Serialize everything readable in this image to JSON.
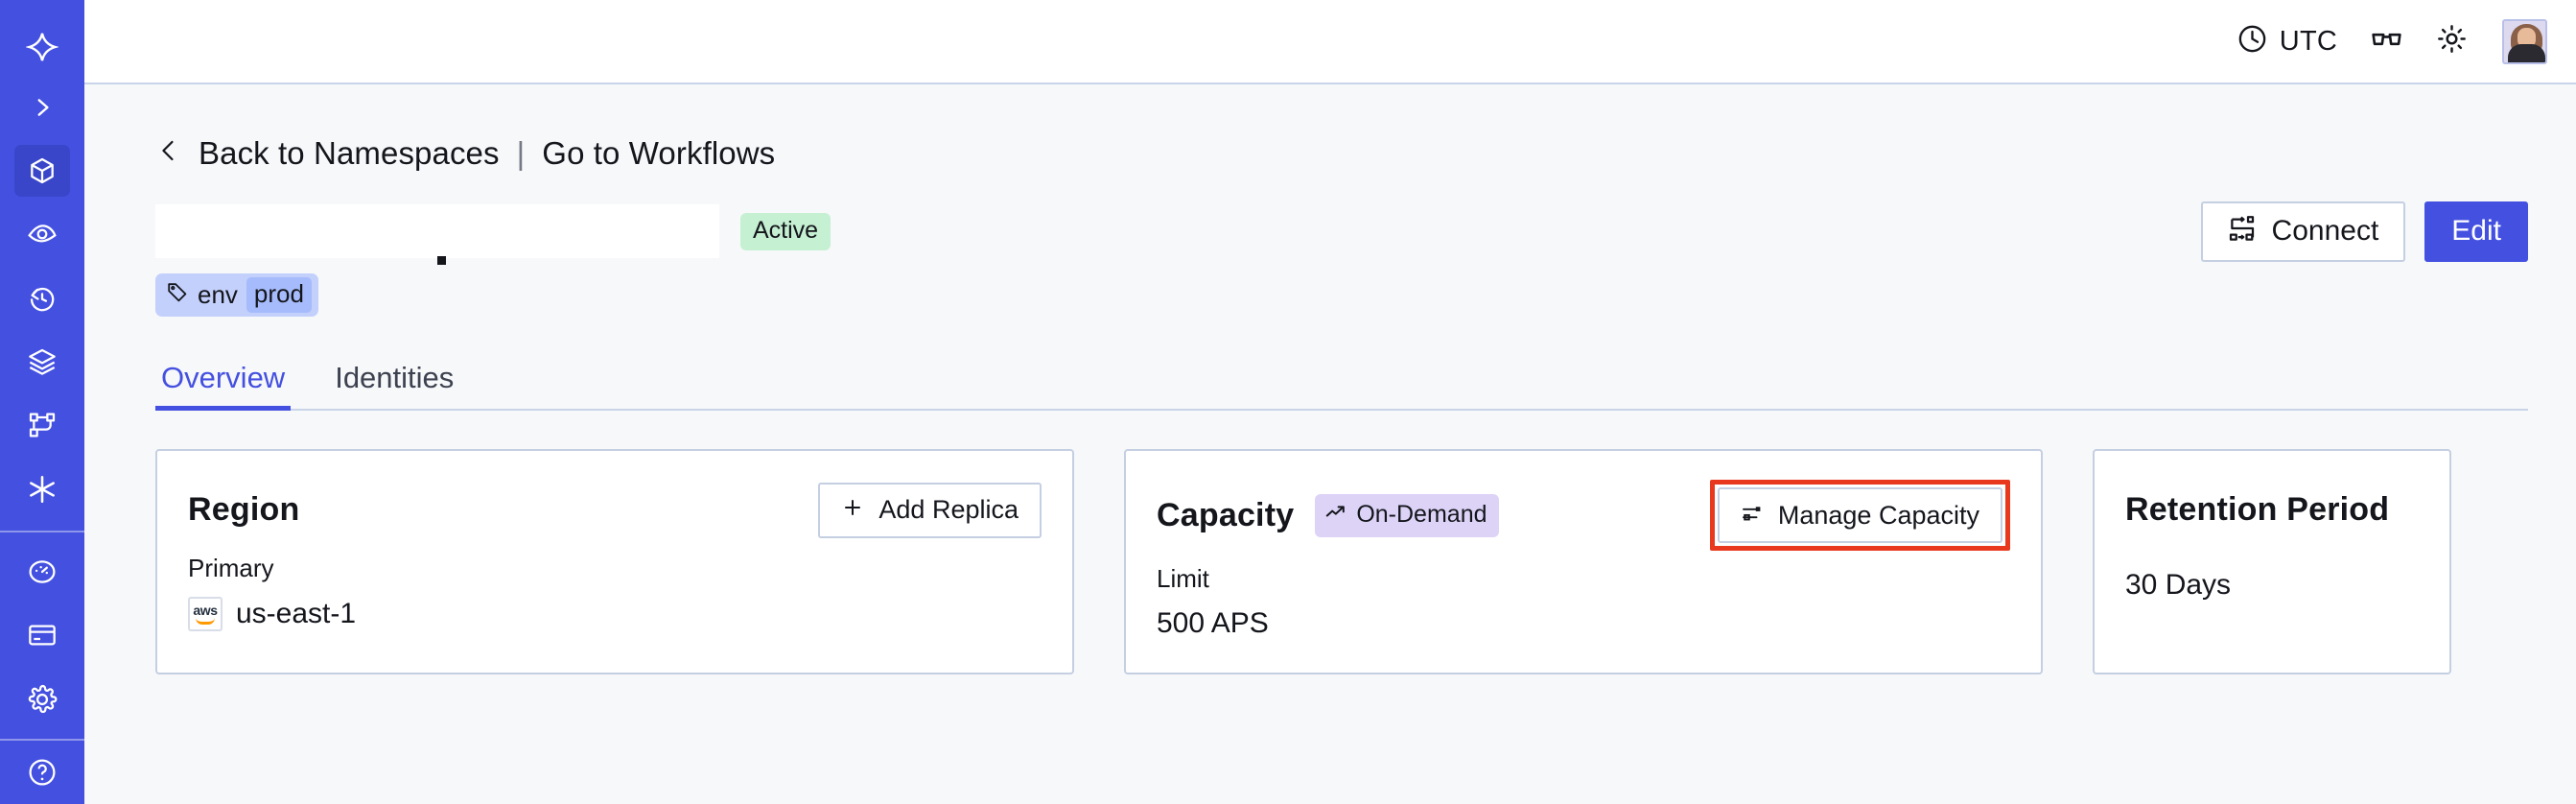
{
  "sidebar": {
    "items": [
      {
        "name": "logo",
        "icon": "temporal-logo-icon",
        "active": false
      },
      {
        "name": "expand-sidebar",
        "icon": "chevron-right-icon",
        "active": false
      },
      {
        "name": "namespaces",
        "icon": "cube-icon",
        "active": true
      },
      {
        "name": "observability",
        "icon": "eye-icon",
        "active": false
      },
      {
        "name": "schedules",
        "icon": "clock-rewind-icon",
        "active": false
      },
      {
        "name": "layers",
        "icon": "layers-icon",
        "active": false
      },
      {
        "name": "workflows",
        "icon": "workflow-graph-icon",
        "active": false
      },
      {
        "name": "nexus",
        "icon": "asterisk-icon",
        "active": false
      },
      {
        "name": "usage",
        "icon": "gauge-icon",
        "active": false
      },
      {
        "name": "billing",
        "icon": "credit-card-icon",
        "active": false
      },
      {
        "name": "settings",
        "icon": "gear-icon",
        "active": false
      },
      {
        "name": "help",
        "icon": "help-circle-icon",
        "active": false
      }
    ]
  },
  "topbar": {
    "timezone_label": "UTC",
    "timezone_icon": "clock-icon",
    "reader_icon": "reading-glasses-icon",
    "theme_icon": "sun-icon",
    "avatar_icon": "user-avatar"
  },
  "breadcrumb": {
    "back_icon": "chevron-left-icon",
    "back_label": "Back to Namespaces",
    "separator": "|",
    "link_label": "Go to Workflows"
  },
  "header": {
    "namespace_name": "",
    "status_badge": "Active",
    "connect_label": "Connect",
    "connect_icon": "connect-icon",
    "edit_label": "Edit",
    "tag": {
      "icon": "tag-icon",
      "key": "env",
      "value": "prod"
    }
  },
  "tabs": [
    {
      "label": "Overview",
      "selected": true
    },
    {
      "label": "Identities",
      "selected": false
    }
  ],
  "cards": {
    "region": {
      "title": "Region",
      "action_label": "Add Replica",
      "action_icon": "plus-icon",
      "sub_label": "Primary",
      "provider_icon": "aws-logo-icon",
      "provider_text": "aws",
      "value": "us-east-1"
    },
    "capacity": {
      "title": "Capacity",
      "badge_label": "On-Demand",
      "badge_icon": "trending-up-icon",
      "action_label": "Manage Capacity",
      "action_icon": "sliders-icon",
      "action_highlighted": true,
      "sub_label": "Limit",
      "value": "500 APS"
    },
    "retention": {
      "title": "Retention Period",
      "value": "30 Days"
    }
  },
  "colors": {
    "brand": "#4450e0",
    "sidebar_bg": "#4450e0",
    "page_bg": "#f7f8fa",
    "card_border": "#c5cfe2",
    "active_badge_bg": "#c6f0d2",
    "ondemand_badge_bg": "#ddd3f7",
    "tag_bg": "#c3d0fb",
    "tag_value_bg": "#a6bbfb",
    "highlight_outline": "#e8381e",
    "aws_orange": "#ff9900"
  }
}
